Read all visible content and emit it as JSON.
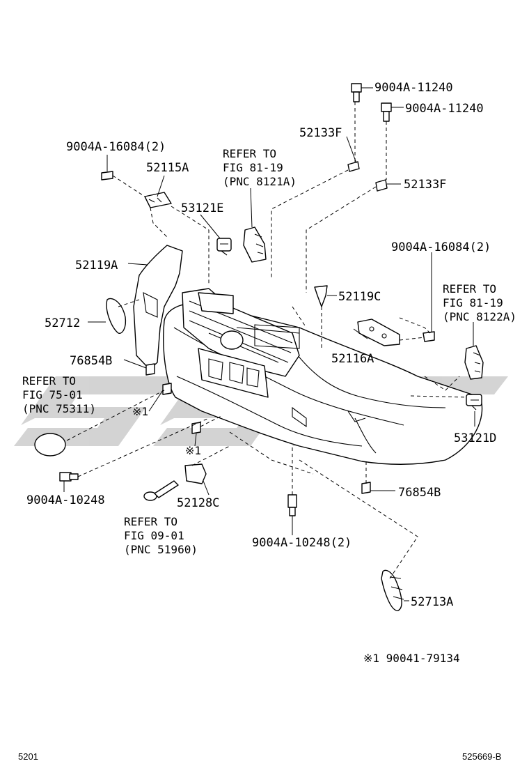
{
  "labels": {
    "bolt_11240_a": "9004A-11240",
    "bolt_11240_b": "9004A-11240",
    "clip_52133F_a": "52133F",
    "clip_52133F_b": "52133F",
    "screw_16084_left": "9004A-16084(2)",
    "bracket_52115A": "52115A",
    "refer_8121A_l1": "REFER TO",
    "refer_8121A_l2": "FIG 81-19",
    "refer_8121A_l3": "(PNC 8121A)",
    "lamp_53121E": "53121E",
    "cover_52119A": "52119A",
    "screw_16084_right": "9004A-16084(2)",
    "refer_8122A_l1": "REFER TO",
    "refer_8122A_l2": "FIG 81-19",
    "refer_8122A_l3": "(PNC 8122A)",
    "reflector_52712": "52712",
    "retainer_52119C": "52119C",
    "bracket_52116A": "52116A",
    "nut_76854B_a": "76854B",
    "refer_75311_l1": "REFER TO",
    "refer_75311_l2": "FIG 75-01",
    "refer_75311_l3": "(PNC 75311)",
    "clip_note_a": "※1",
    "clip_note_b": "※1",
    "lamp_53121D": "53121D",
    "bolt_10248": "9004A-10248",
    "cover_52128C": "52128C",
    "nut_76854B_b": "76854B",
    "refer_51960_l1": "REFER TO",
    "refer_51960_l2": "FIG 09-01",
    "refer_51960_l3": "(PNC 51960)",
    "bolt_10248_2": "9004A-10248(2)",
    "reflector_52713A": "52713A",
    "note_clip": "※1 90041-79134"
  },
  "footer": {
    "figure_code": "5201",
    "drawing_id": "525669-B"
  }
}
